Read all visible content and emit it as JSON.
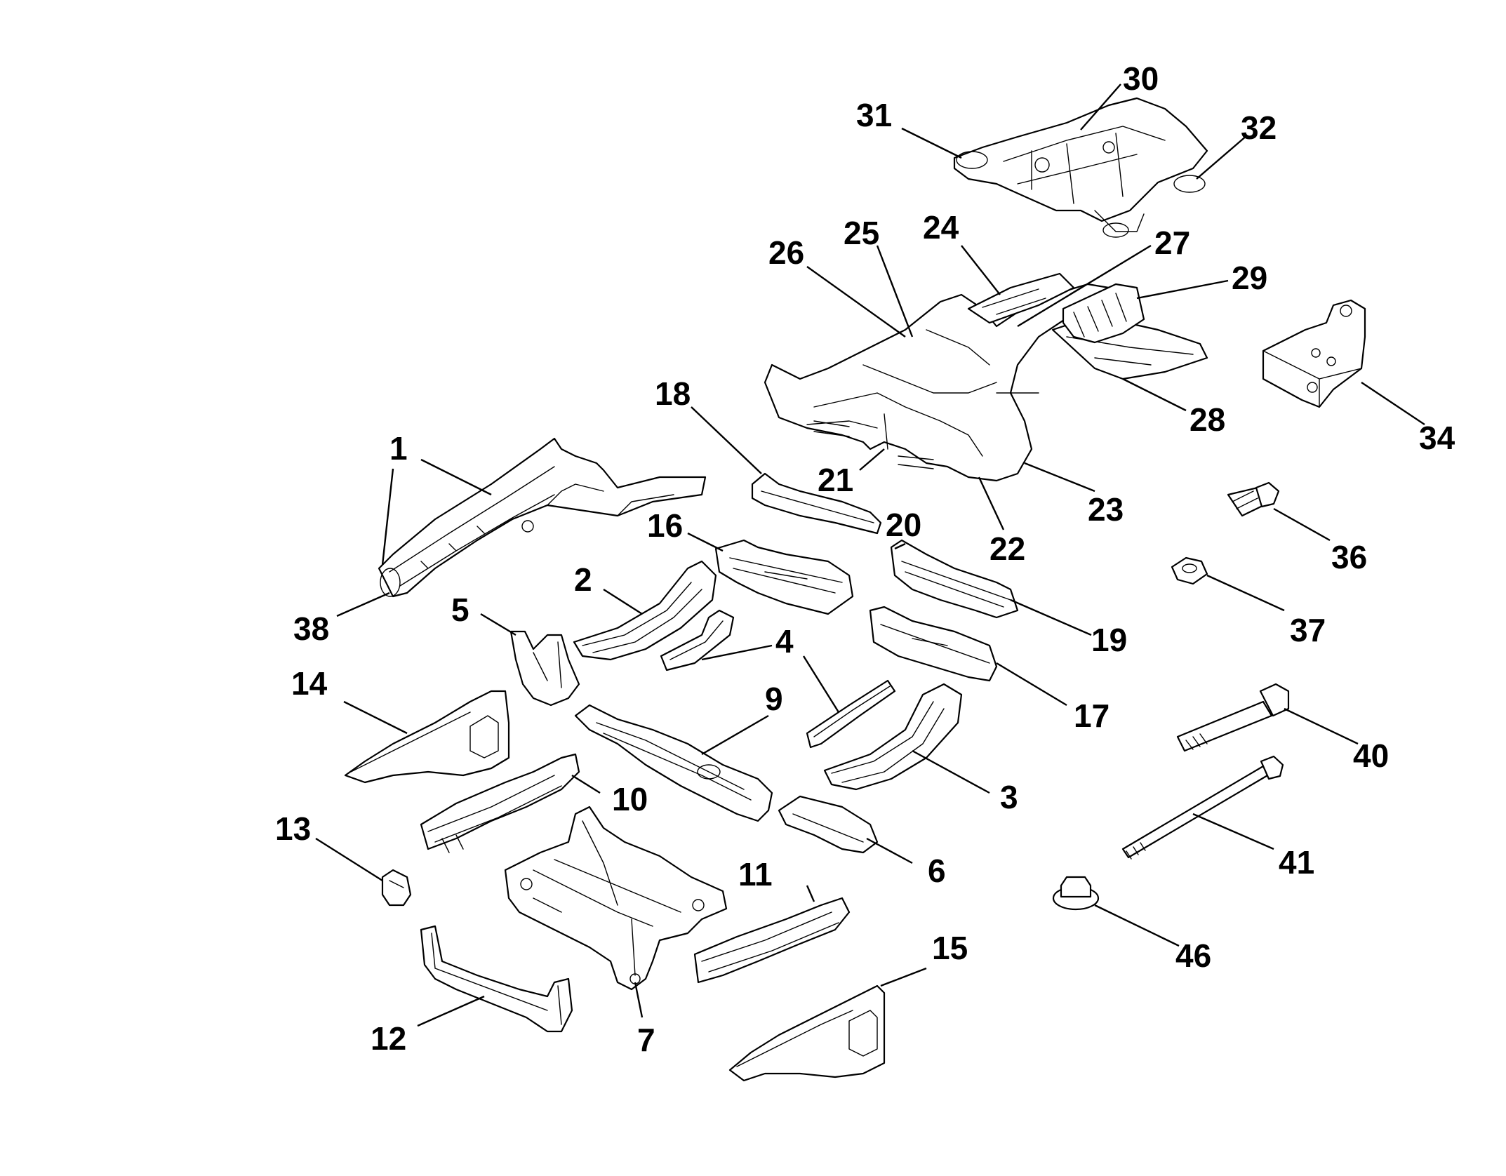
{
  "diagram": {
    "type": "exploded-parts-diagram",
    "callouts": [
      "1",
      "2",
      "3",
      "4",
      "5",
      "6",
      "7",
      "9",
      "10",
      "11",
      "12",
      "13",
      "14",
      "15",
      "16",
      "17",
      "18",
      "19",
      "20",
      "21",
      "22",
      "23",
      "24",
      "25",
      "26",
      "27",
      "28",
      "29",
      "30",
      "31",
      "32",
      "34",
      "36",
      "37",
      "38",
      "40",
      "41",
      "46"
    ]
  },
  "labels": {
    "c1": "1",
    "c2": "2",
    "c3": "3",
    "c4": "4",
    "c5": "5",
    "c6": "6",
    "c7": "7",
    "c9": "9",
    "c10": "10",
    "c11": "11",
    "c12": "12",
    "c13": "13",
    "c14": "14",
    "c15": "15",
    "c16": "16",
    "c17": "17",
    "c18": "18",
    "c19": "19",
    "c20": "20",
    "c21": "21",
    "c22": "22",
    "c23": "23",
    "c24": "24",
    "c25": "25",
    "c26": "26",
    "c27": "27",
    "c28": "28",
    "c29": "29",
    "c30": "30",
    "c31": "31",
    "c32": "32",
    "c34": "34",
    "c36": "36",
    "c37": "37",
    "c38": "38",
    "c40": "40",
    "c41": "41",
    "c46": "46"
  }
}
